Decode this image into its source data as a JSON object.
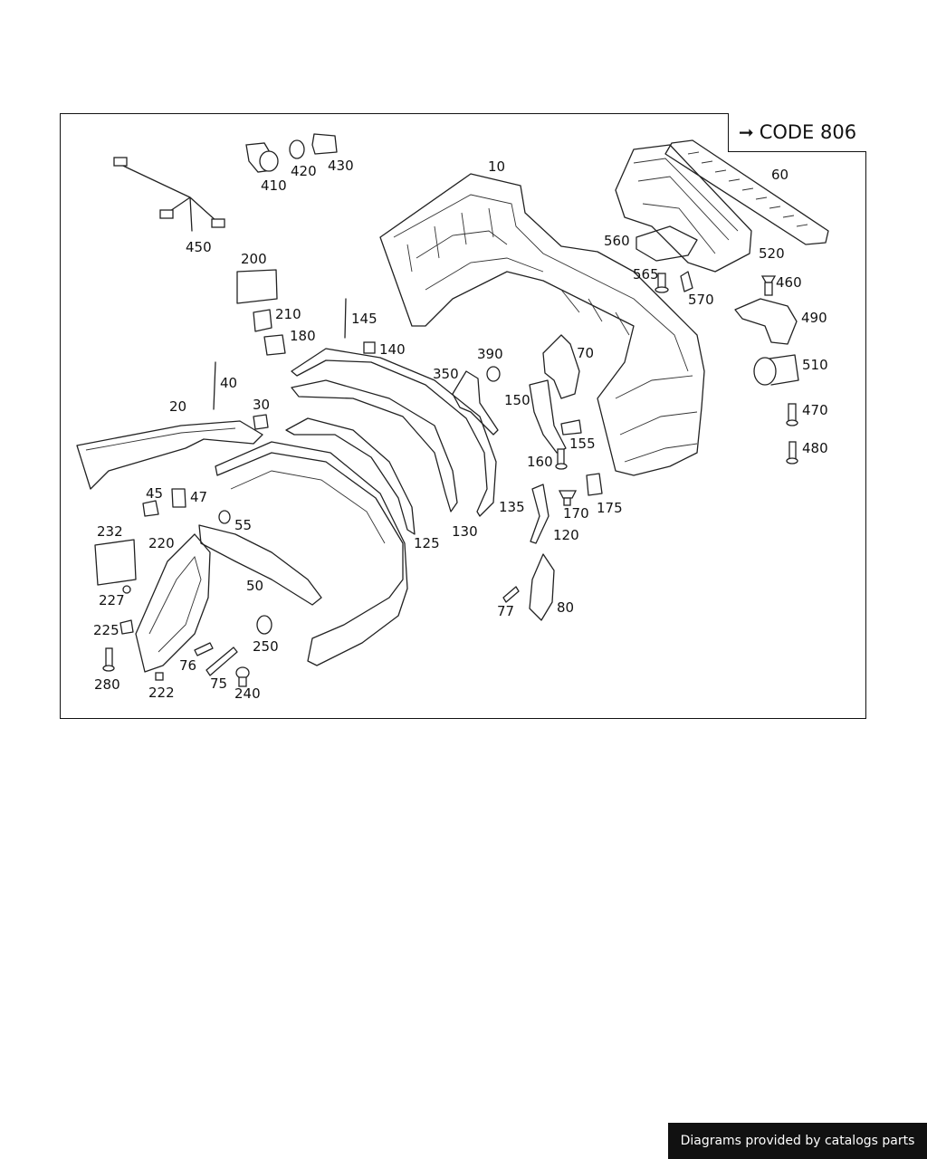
{
  "diagram": {
    "code_label": "CODE 806",
    "footer_text": "Diagrams provided by catalogs parts",
    "callouts": {
      "c10": "10",
      "c60": "60",
      "c410": "410",
      "c420": "420",
      "c430": "430",
      "c450": "450",
      "c200": "200",
      "c210": "210",
      "c180": "180",
      "c145": "145",
      "c140": "140",
      "c40": "40",
      "c20": "20",
      "c30": "30",
      "c390": "390",
      "c350": "350",
      "c70": "70",
      "c150": "150",
      "c155": "155",
      "c160": "160",
      "c560": "560",
      "c565": "565",
      "c570": "570",
      "c520": "520",
      "c460": "460",
      "c490": "490",
      "c510": "510",
      "c470": "470",
      "c480": "480",
      "c45": "45",
      "c47": "47",
      "c55": "55",
      "c232": "232",
      "c220": "220",
      "c227": "227",
      "c225": "225",
      "c280": "280",
      "c222": "222",
      "c76": "76",
      "c75": "75",
      "c240": "240",
      "c250": "250",
      "c50": "50",
      "c125": "125",
      "c130": "130",
      "c135": "135",
      "c120": "120",
      "c170": "170",
      "c175": "175",
      "c77": "77",
      "c80": "80"
    }
  }
}
